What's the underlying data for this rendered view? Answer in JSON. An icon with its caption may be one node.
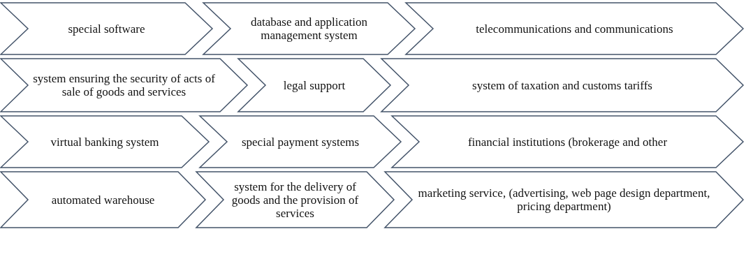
{
  "diagram": {
    "nodes": [
      {
        "text": [
          "special software"
        ]
      },
      {
        "text": [
          "database and application management system"
        ]
      },
      {
        "text": [
          "telecommunications and communications"
        ]
      },
      {
        "text": [
          "system ensuring the security of acts of sale of goods and services"
        ]
      },
      {
        "text": [
          "legal support"
        ]
      },
      {
        "text": [
          "system of taxation and customs tariffs"
        ]
      },
      {
        "text": [
          "virtual banking system"
        ]
      },
      {
        "text": [
          "special payment systems"
        ]
      },
      {
        "text": [
          "financial institutions (brokerage and other"
        ]
      },
      {
        "text": [
          "automated warehouse"
        ]
      },
      {
        "text": [
          "system for the delivery of goods and the provision of services"
        ]
      },
      {
        "text": [
          "marketing service, (advertising, web page design department, pricing department)"
        ]
      }
    ]
  }
}
